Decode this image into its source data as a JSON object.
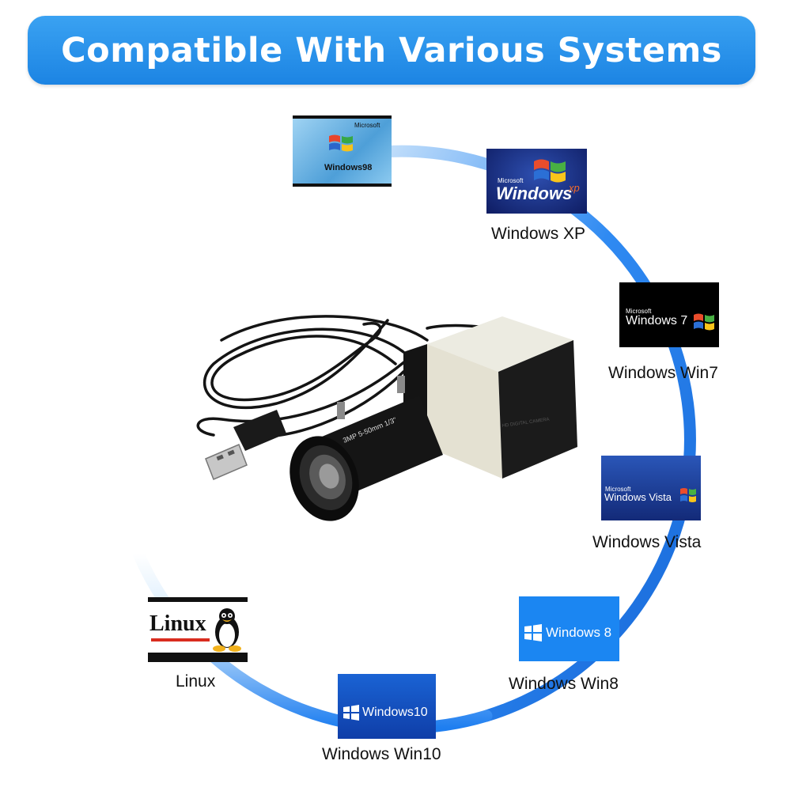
{
  "banner": {
    "title": "Compatible With Various Systems"
  },
  "systems": [
    {
      "id": "win98",
      "logo_text": "Windows98",
      "logo_sub": "Microsoft",
      "label": ""
    },
    {
      "id": "winxp",
      "logo_text": "Windows",
      "logo_suffix": "xp",
      "logo_sub": "Microsoft",
      "label": "Windows XP"
    },
    {
      "id": "win7",
      "logo_text": "Windows 7",
      "logo_sub": "Microsoft",
      "label": "Windows Win7"
    },
    {
      "id": "vista",
      "logo_text": "Windows Vista",
      "logo_sub": "Microsoft",
      "label": "Windows Vista"
    },
    {
      "id": "win8",
      "logo_text": "Windows 8",
      "label": "Windows Win8"
    },
    {
      "id": "win10",
      "logo_text": "Windows10",
      "label": "Windows Win10"
    },
    {
      "id": "linux",
      "logo_text": "Linux",
      "label": "Linux"
    }
  ],
  "camera": {
    "body_text": "HD DIGITAL CAMERA",
    "lens_text": "3MP  5-50mm  1/3\""
  },
  "colors": {
    "banner": "#1c84e3",
    "ring": "#1e7ef0",
    "win98_bg": "#6db7e6",
    "xp_bg": "#1a2f86",
    "vista_bg": "#1e3e92",
    "win8_bg": "#1a7ff0",
    "win10_bg": "#1556c4"
  }
}
